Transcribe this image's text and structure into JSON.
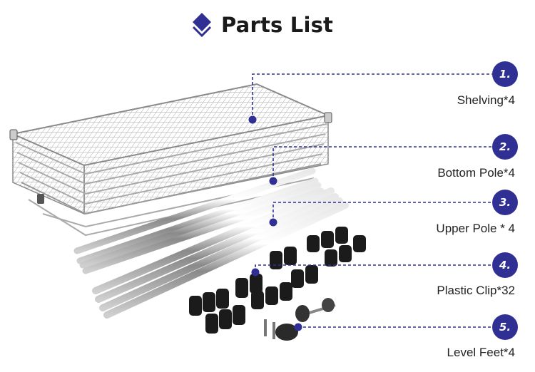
{
  "title": "Parts List",
  "accent_color": "#2f2f94",
  "title_icon": "diamond-icon",
  "parts": [
    {
      "number": "1.",
      "label": "Shelving*4"
    },
    {
      "number": "2.",
      "label": "Bottom Pole*4"
    },
    {
      "number": "3.",
      "label": "Upper Pole * 4"
    },
    {
      "number": "4.",
      "label": "Plastic Clip*32"
    },
    {
      "number": "5.",
      "label": "Level Feet*4"
    }
  ]
}
